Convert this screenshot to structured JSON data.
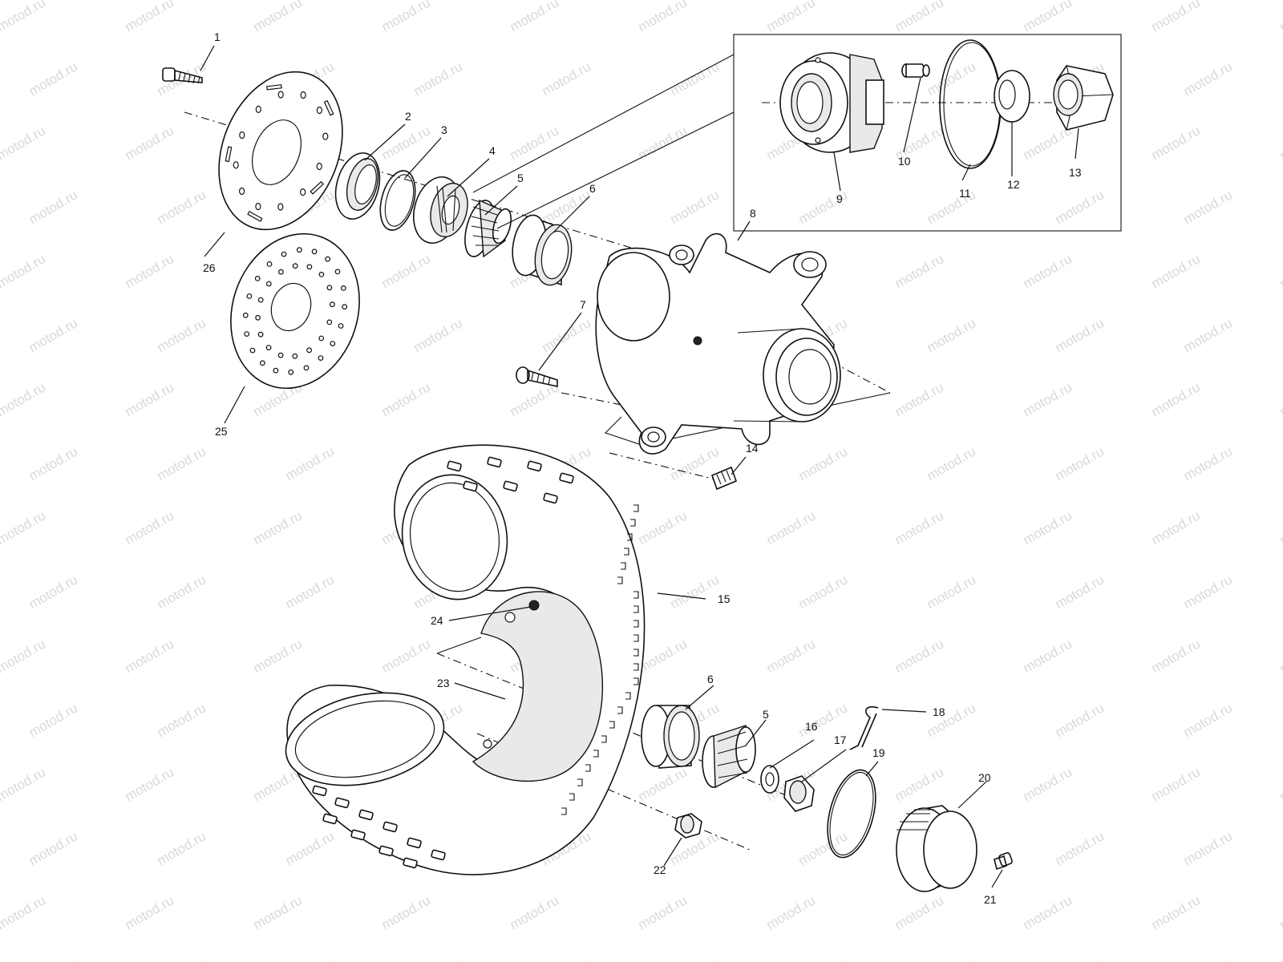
{
  "watermark": "motod.ru",
  "callouts": [
    {
      "n": "1"
    },
    {
      "n": "2"
    },
    {
      "n": "3"
    },
    {
      "n": "4"
    },
    {
      "n": "5"
    },
    {
      "n": "6"
    },
    {
      "n": "7"
    },
    {
      "n": "8"
    },
    {
      "n": "9"
    },
    {
      "n": "10"
    },
    {
      "n": "11"
    },
    {
      "n": "12"
    },
    {
      "n": "13"
    },
    {
      "n": "14"
    },
    {
      "n": "15"
    },
    {
      "n": "6"
    },
    {
      "n": "5"
    },
    {
      "n": "16"
    },
    {
      "n": "17"
    },
    {
      "n": "18"
    },
    {
      "n": "19"
    },
    {
      "n": "20"
    },
    {
      "n": "21"
    },
    {
      "n": "22"
    },
    {
      "n": "23"
    },
    {
      "n": "24"
    },
    {
      "n": "25"
    },
    {
      "n": "26"
    }
  ]
}
